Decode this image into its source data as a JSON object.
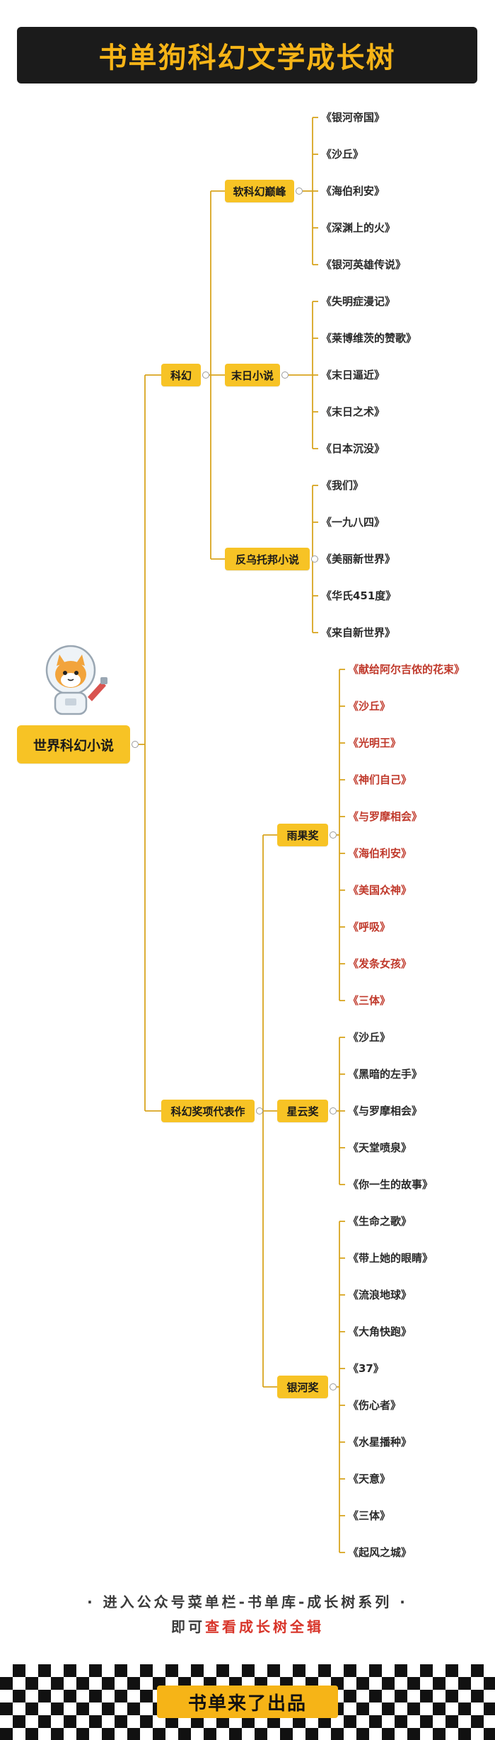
{
  "title": "书单狗科幻文学成长树",
  "root": "世界科幻小说",
  "branches": [
    {
      "label": "科幻",
      "groups": [
        {
          "label": "软科幻巅峰",
          "items": [
            "《银河帝国》",
            "《沙丘》",
            "《海伯利安》",
            "《深渊上的火》",
            "《银河英雄传说》"
          ]
        },
        {
          "label": "末日小说",
          "items": [
            "《失明症漫记》",
            "《莱博维茨的赞歌》",
            "《末日逼近》",
            "《末日之术》",
            "《日本沉没》"
          ]
        },
        {
          "label": "反乌托邦小说",
          "items": [
            "《我们》",
            "《一九八四》",
            "《美丽新世界》",
            "《华氏451度》",
            "《来自新世界》"
          ]
        }
      ]
    },
    {
      "label": "科幻奖项代表作",
      "groups": [
        {
          "label": "雨果奖",
          "red": true,
          "items": [
            "《献给阿尔吉侬的花束》",
            "《沙丘》",
            "《光明王》",
            "《神们自己》",
            "《与罗摩相会》",
            "《海伯利安》",
            "《美国众神》",
            "《呼吸》",
            "《发条女孩》",
            "《三体》"
          ]
        },
        {
          "label": "星云奖",
          "items": [
            "《沙丘》",
            "《黑暗的左手》",
            "《与罗摩相会》",
            "《天堂喷泉》",
            "《你一生的故事》"
          ]
        },
        {
          "label": "银河奖",
          "items": [
            "《生命之歌》",
            "《带上她的眼睛》",
            "《流浪地球》",
            "《大角快跑》",
            "《37》",
            "《伤心者》",
            "《水星播种》",
            "《天意》",
            "《三体》",
            "《起风之城》"
          ]
        }
      ]
    }
  ],
  "footer": {
    "line1": "· 进入公众号菜单栏-书单库-成长树系列 ·",
    "line2_prefix": "即可",
    "line2_highlight": "查看成长树全辑",
    "badge": "书单来了出品"
  },
  "colors": {
    "accent": "#f7c325",
    "highlight_text": "#c0392b",
    "banner_bg": "#1b1b1b",
    "banner_text": "#f6b417"
  },
  "icons": {
    "mascot": "astronaut-cat-icon"
  }
}
